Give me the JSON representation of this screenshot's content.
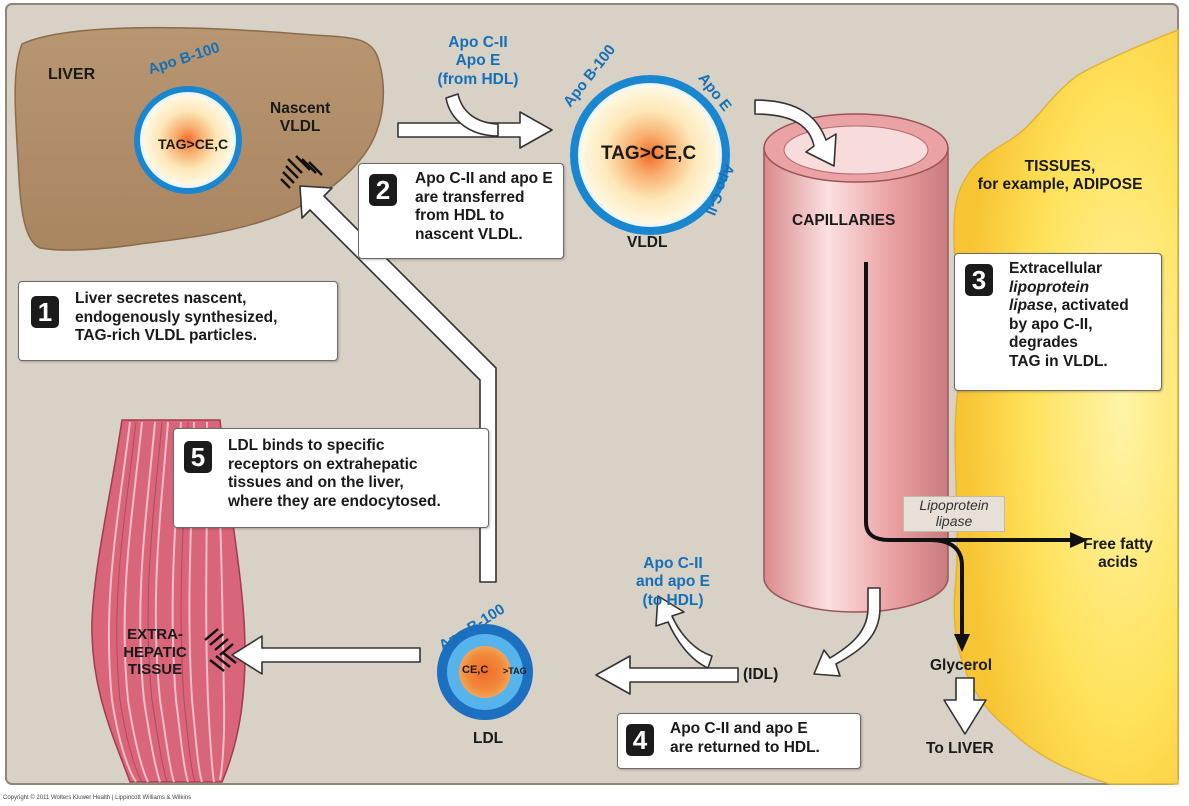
{
  "labels": {
    "liver": "LIVER",
    "apo_b100_top": "Apo B-100",
    "tag_liver": "TAG>CE,C",
    "nascent_vldl": "Nascent\nVLDL",
    "apo_transfer": "Apo C-II\nApo E\n(from HDL)",
    "vldl_apo_b100": "Apo B-100",
    "vldl_apo_e": "Apo E",
    "vldl_apo_c2": "Apo C-II",
    "vldl_tag": "TAG>CE,C",
    "vldl": "VLDL",
    "capillaries": "CAPILLARIES",
    "tissues": "TISSUES,\nfor example, ADIPOSE",
    "lipoprotein_lipase": "Lipoprotein\nlipase",
    "free_fatty_acids": "Free fatty\nacids",
    "glycerol": "Glycerol",
    "to_liver": "To LIVER",
    "idl": "(IDL)",
    "apo_return": "Apo C-II\nand apo E\n(to HDL)",
    "ldl_apo_b100": "Apo B-100",
    "ldl_core_left": "CE,C",
    "ldl_core_right": ">TAG",
    "ldl": "LDL",
    "extrahepatic": "EXTRA-\nHEPATIC\nTISSUE",
    "copyright": "Copyright © 2011 Wolters Kluwer Health | Lippincott Williams & Wilkins"
  },
  "steps": [
    {
      "number": "1",
      "text": "Liver secretes nascent,\nendogenously synthesized,\nTAG-rich VLDL particles."
    },
    {
      "number": "2",
      "text": "Apo C-II and apo E\nare transferred\nfrom HDL to\nnascent VLDL."
    },
    {
      "number": "3",
      "text_a": "Extracellular",
      "text_b": "lipoprotein\nlipase",
      "text_c": ", activated\nby apo C-II,\ndegrades\nTAG in VLDL."
    },
    {
      "number": "4",
      "text": "Apo C-II and apo E\nare returned to HDL."
    },
    {
      "number": "5",
      "text": "LDL binds to specific\nreceptors on extrahepatic\ntissues and on the liver,\nwhere they are endocytosed."
    }
  ],
  "colors": {
    "background": "#d8d1c6",
    "liver": "#b6936c",
    "adipose": "#ffe066",
    "capillary": "#eaa1a3",
    "apo_blue": "#1570b8",
    "core_orange": "#f07a2a",
    "muscle": "#d9667a"
  }
}
